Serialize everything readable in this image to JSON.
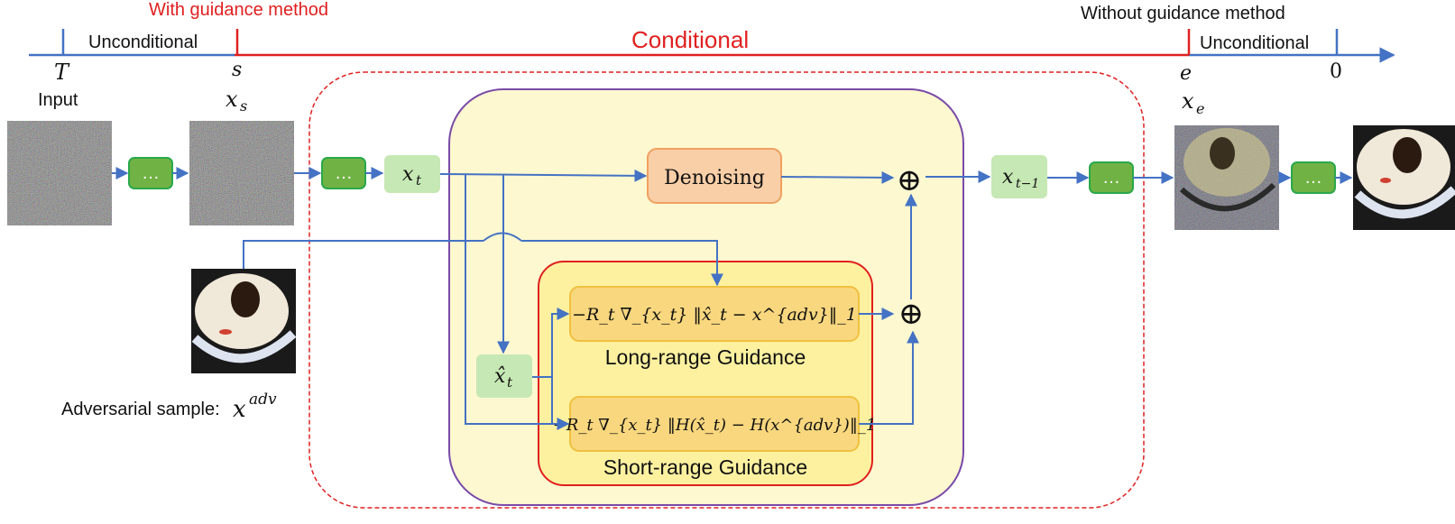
{
  "colors": {
    "timeline_blue": "#4472c4",
    "conditional_red": "#e02020",
    "flow_arrow": "#4472c4",
    "green_box": "#70b244",
    "green_box_border": "#2aa84a",
    "light_green_box": "#c6e8b4",
    "denoise_fill": "#f9cfa8",
    "denoise_border": "#f0a060",
    "purple_border": "#7a4aa8",
    "yellow_panel": "#fdf8d0",
    "guidance_panel": "#fdf1a0",
    "guidance_box": "#f8d77e",
    "guidance_box_border": "#f0c040"
  },
  "timeline": {
    "with_guidance": "With guidance method",
    "without_guidance": "Without guidance method",
    "unconditional_left": "Unconditional",
    "conditional": "Conditional",
    "unconditional_right": "Unconditional",
    "tick_T": "T",
    "tick_s": "s",
    "tick_e": "e",
    "tick_0": "0"
  },
  "labels": {
    "input": "Input",
    "x_s": "x",
    "x_s_sub": "s",
    "x_e": "x",
    "x_e_sub": "e",
    "adversarial_text": "Adversarial sample:",
    "adversarial_sym": "x",
    "adversarial_sup": "adv",
    "ellipsis": "…"
  },
  "nodes": {
    "xt": "x",
    "xt_sub": "t",
    "xt1": "x",
    "xt1_sub": "t−1",
    "xhat": "x̂",
    "xhat_sub": "t",
    "denoising": "Denoising",
    "oplus": "⊕"
  },
  "guidance": {
    "long_formula": "−R_t ∇_{x_t} ‖x̂_t − x^{adv}‖_1",
    "long_label": "Long-range Guidance",
    "short_formula": "−R_t ∇_{x_t} ‖H(x̂_t) − H(x^{adv})‖_1",
    "short_label": "Short-range Guidance"
  }
}
